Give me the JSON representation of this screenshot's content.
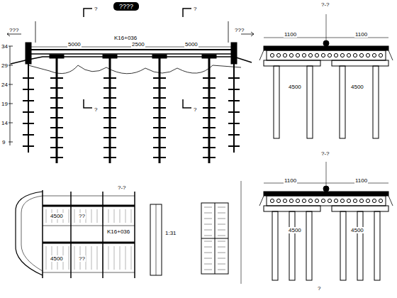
{
  "diagram": {
    "title": "????",
    "labels": [
      "???",
      "???",
      "K16+036",
      "5000",
      "2500",
      "5000",
      "34",
      "29",
      "24",
      "19",
      "14",
      "9",
      "?-?",
      "1100",
      "1100",
      "4500",
      "4500",
      "?-?",
      "1100",
      "1100",
      "4500",
      "4500",
      "?-?",
      "K16+036",
      "4500",
      "4500",
      "??",
      "??",
      "1:31",
      "?",
      "?",
      "?",
      "?",
      "?"
    ]
  }
}
